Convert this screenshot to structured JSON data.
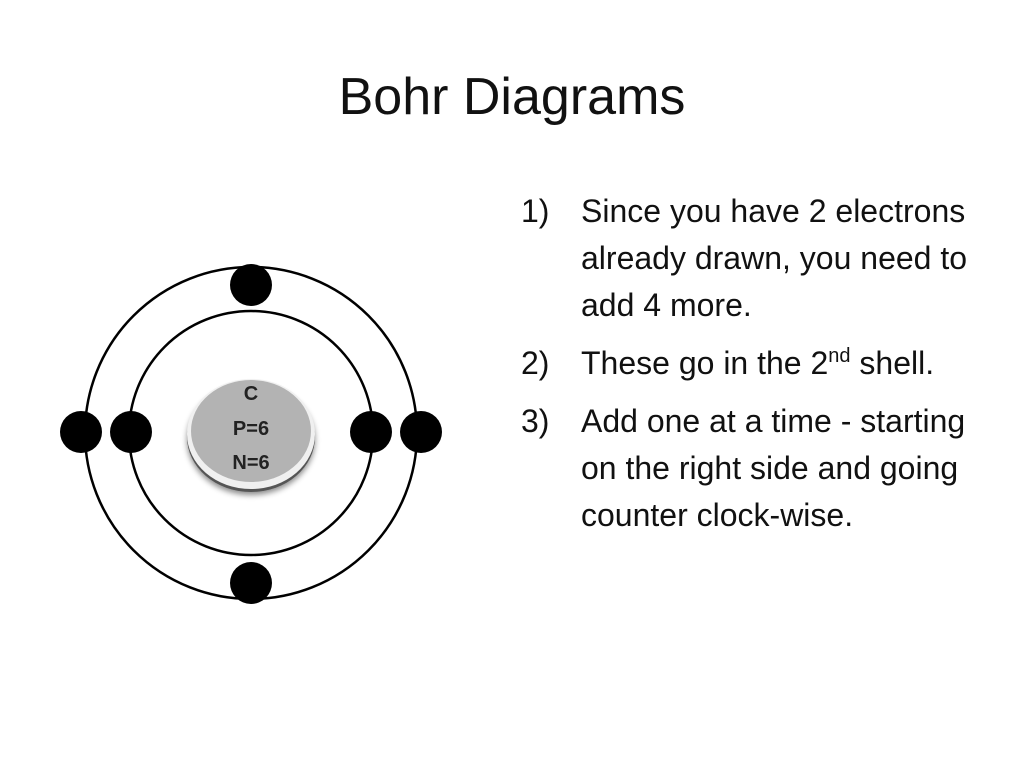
{
  "title": "Bohr Diagrams",
  "nucleus": {
    "element": "C",
    "protons": "P=6",
    "neutrons": "N=6"
  },
  "steps": [
    {
      "number": "1)",
      "text": "Since you have 2 electrons already drawn, you need to add 4 more."
    },
    {
      "number": "2)",
      "text_before": "These go in the 2",
      "sup": "nd",
      "text_after": " shell."
    },
    {
      "number": "3)",
      "text": "Add one at a time - starting on the right side and going counter clock-wise."
    }
  ],
  "colors": {
    "electron": "#000000",
    "shell": "#000000",
    "nucleus_fill": "#b3b3b3",
    "nucleus_rim": "#e8e8e8"
  }
}
